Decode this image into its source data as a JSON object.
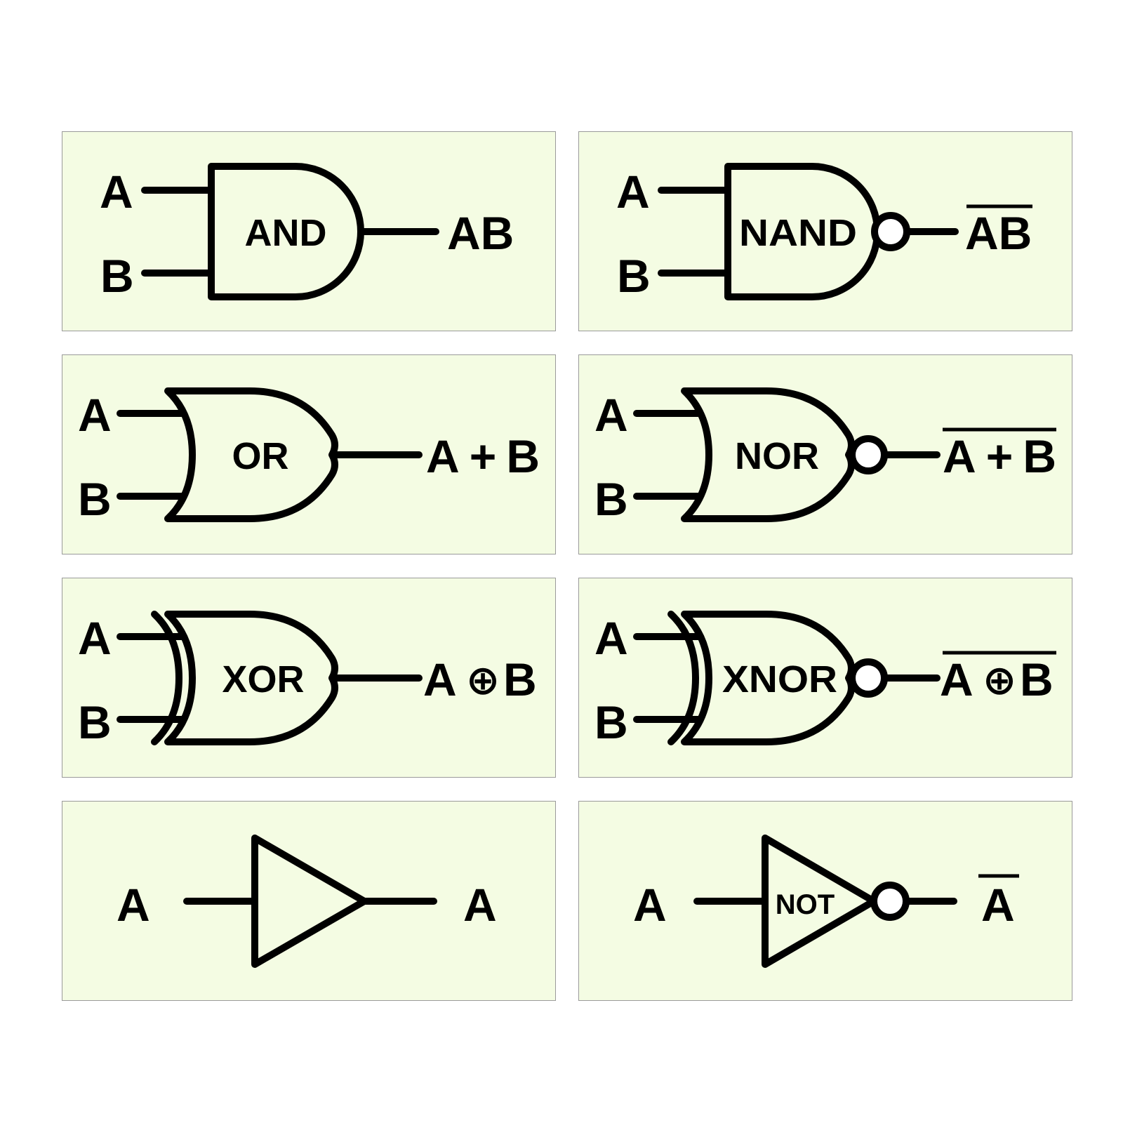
{
  "gates": {
    "and": {
      "input_a": "A",
      "input_b": "B",
      "name": "AND",
      "output": "AB"
    },
    "nand": {
      "input_a": "A",
      "input_b": "B",
      "name": "NAND",
      "output": "AB"
    },
    "or": {
      "input_a": "A",
      "input_b": "B",
      "name": "OR",
      "output": "A+B"
    },
    "nor": {
      "input_a": "A",
      "input_b": "B",
      "name": "NOR",
      "output": "A+B"
    },
    "xor": {
      "input_a": "A",
      "input_b": "B",
      "name": "XOR",
      "output_a": "A",
      "output_op": "⊕",
      "output_b": "B"
    },
    "xnor": {
      "input_a": "A",
      "input_b": "B",
      "name": "XNOR",
      "output_a": "A",
      "output_op": "⊕",
      "output_b": "B"
    },
    "buffer": {
      "input": "A",
      "output": "A"
    },
    "not": {
      "input": "A",
      "name": "NOT",
      "output": "A"
    }
  },
  "colors": {
    "panel_background": "#f4fce3",
    "panel_border": "#9a9a9a",
    "ink": "#000000"
  }
}
